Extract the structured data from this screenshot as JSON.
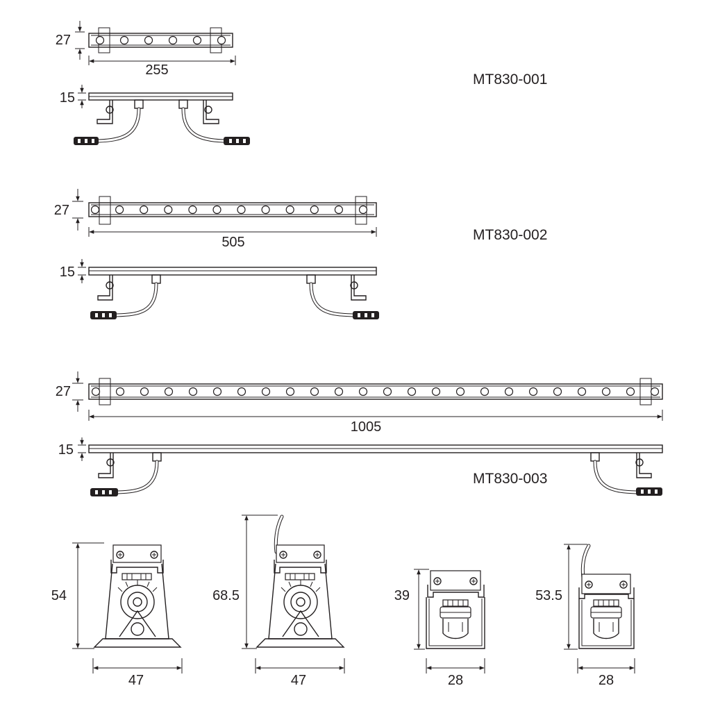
{
  "models": [
    {
      "name": "MT830-001",
      "length_label": "255",
      "width_label": "27",
      "height_label": "15",
      "led_count": 6
    },
    {
      "name": "MT830-002",
      "length_label": "505",
      "width_label": "27",
      "height_label": "15",
      "led_count": 12
    },
    {
      "name": "MT830-003",
      "length_label": "1005",
      "width_label": "27",
      "height_label": "15",
      "led_count": 24
    }
  ],
  "bracket_views": [
    {
      "height_label": "54",
      "width_label": "47"
    },
    {
      "height_label": "68.5",
      "width_label": "47"
    },
    {
      "height_label": "39",
      "width_label": "28"
    },
    {
      "height_label": "53.5",
      "width_label": "28"
    }
  ]
}
